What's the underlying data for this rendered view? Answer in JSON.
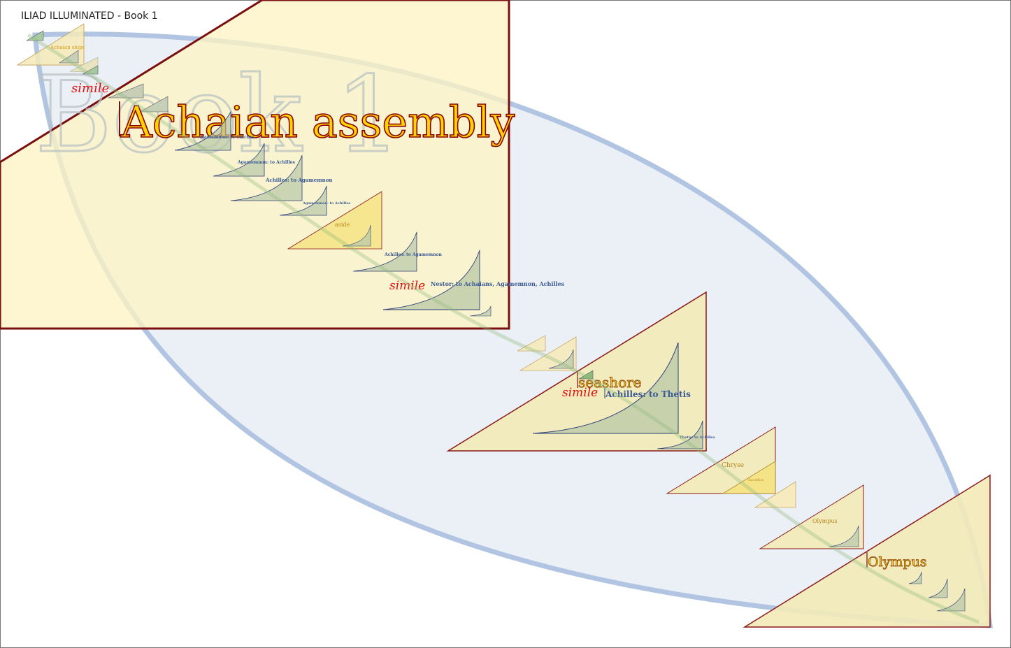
{
  "app": {
    "title": "ILIAD ILLUMINATED - Book 1"
  },
  "colors": {
    "section_fill": "#fdf3c4",
    "section_border": "#8b1a1a",
    "ellipse_stroke": "#a9bfdf",
    "ellipse_fill": "#e9eef6",
    "speech_fill": "#b8c8a6",
    "speech_stroke": "#2f3f7a",
    "place_text": "#d9a017",
    "speech_text": "#3a5a96",
    "simile_text": "#e01010"
  },
  "book_watermark": "Book 1",
  "sections": {
    "assembly": {
      "title": "Achaian assembly"
    },
    "seashore": {
      "title": "seashore"
    },
    "olympus": {
      "title": "Olympus"
    }
  },
  "places": {
    "achaian_ships": "Achaian ships",
    "aside": "aside",
    "chryse": "Chryse",
    "sacrifice": "Sacrifice",
    "olympus_small": "Olympus"
  },
  "speeches": {
    "ag_calchas": "Agamemnon: to Calchas",
    "ag_achilles_1": "Agamemnon: to Achilles",
    "ach_ag_1": "Achilles: to Agamemnon",
    "ag_achilles_2": "Agamemnon: to Achilles",
    "ach_ag_2": "Achilles: to Agamemnon",
    "nestor": "Nestor: to Achaians, Agamemnon, Achilles",
    "achilles_thetis": "Achilles: to Thetis",
    "thetis_achilles": "Thetis: to Achilles"
  },
  "simile_label": "simile"
}
